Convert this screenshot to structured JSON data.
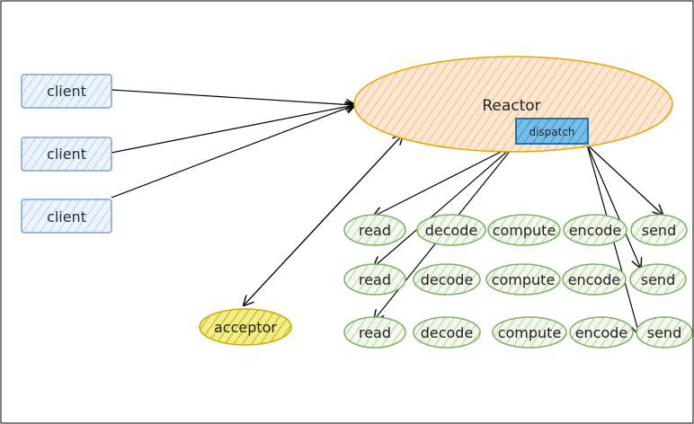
{
  "diagram": {
    "clients": [
      {
        "label": "client"
      },
      {
        "label": "client"
      },
      {
        "label": "client"
      }
    ],
    "reactor": {
      "label": "Reactor",
      "dispatch_label": "dispatch"
    },
    "acceptor": {
      "label": "acceptor"
    },
    "pipeline_rows": [
      [
        {
          "label": "read"
        },
        {
          "label": "decode"
        },
        {
          "label": "compute"
        },
        {
          "label": "encode"
        },
        {
          "label": "send"
        }
      ],
      [
        {
          "label": "read"
        },
        {
          "label": "decode"
        },
        {
          "label": "compute"
        },
        {
          "label": "encode"
        },
        {
          "label": "send"
        }
      ],
      [
        {
          "label": "read"
        },
        {
          "label": "decode"
        },
        {
          "label": "compute"
        },
        {
          "label": "encode"
        },
        {
          "label": "send"
        }
      ]
    ],
    "colors": {
      "client_fill": "#dbe8fb",
      "client_stroke": "#7ea2d6",
      "reactor_fill": "#f8d7b7",
      "reactor_stroke": "#e6a500",
      "dispatch_fill": "#4da3d9",
      "dispatch_stroke": "#2a6fb0",
      "acceptor_fill": "#e8df43",
      "acceptor_stroke": "#c7ae00",
      "worker_fill": "#dcebcf",
      "worker_stroke": "#79b064",
      "edge": "#000000",
      "frame": "#000000"
    }
  }
}
